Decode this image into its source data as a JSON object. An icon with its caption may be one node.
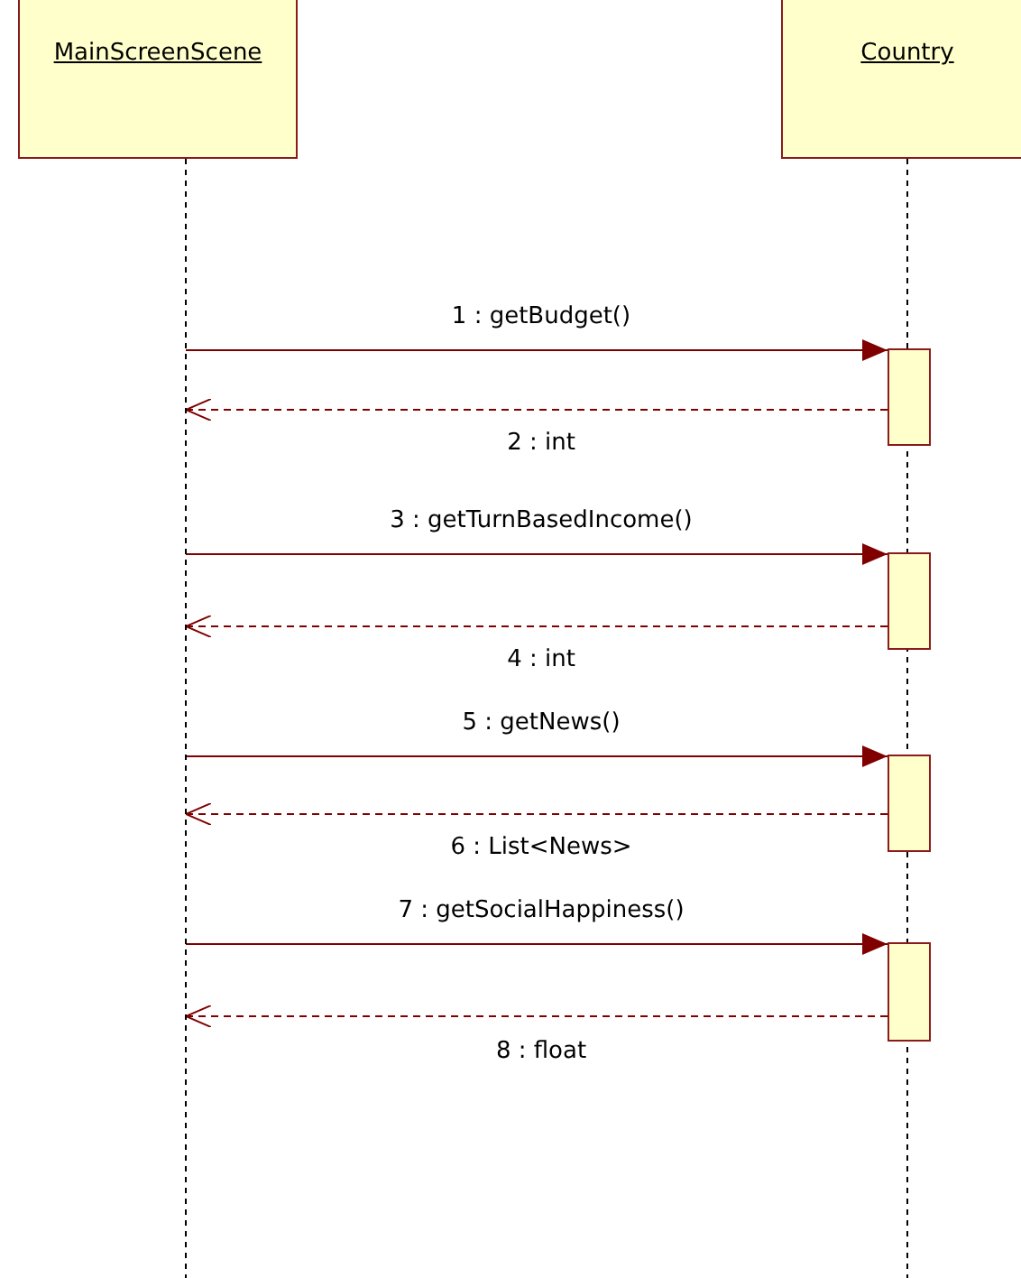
{
  "diagram": {
    "nodes": [
      {
        "text": [
          "MainScreenScene"
        ]
      },
      {
        "text": [
          "Country"
        ]
      },
      {
        "text": [],
        "shape": "bar",
        "in": 1
      },
      {
        "text": [],
        "shape": "bar",
        "in": 1
      },
      {
        "text": [],
        "shape": "bar",
        "in": 1
      },
      {
        "text": [],
        "shape": "bar",
        "in": 1
      }
    ],
    "edges": [
      {
        "from": 0,
        "to": 2,
        "arrow": "to",
        "label": "1 : getBudget()"
      },
      {
        "from": 2,
        "to": 0,
        "arrow": "to",
        "style": "dashed",
        "label": "2 : int"
      },
      {
        "from": 0,
        "to": 3,
        "arrow": "to",
        "label": "3 : getTurnBasedIncome()"
      },
      {
        "from": 3,
        "to": 0,
        "arrow": "to",
        "style": "dashed",
        "label": "4 : int"
      },
      {
        "from": 0,
        "to": 4,
        "arrow": "to",
        "label": "5 : getNews()"
      },
      {
        "from": 4,
        "to": 0,
        "arrow": "to",
        "style": "dashed",
        "label": "6 : List<News>"
      },
      {
        "from": 0,
        "to": 5,
        "arrow": "to",
        "label": "7 : getSocialHappiness()"
      },
      {
        "from": 5,
        "to": 0,
        "arrow": "to",
        "style": "dashed",
        "label": "8 : float"
      }
    ]
  }
}
